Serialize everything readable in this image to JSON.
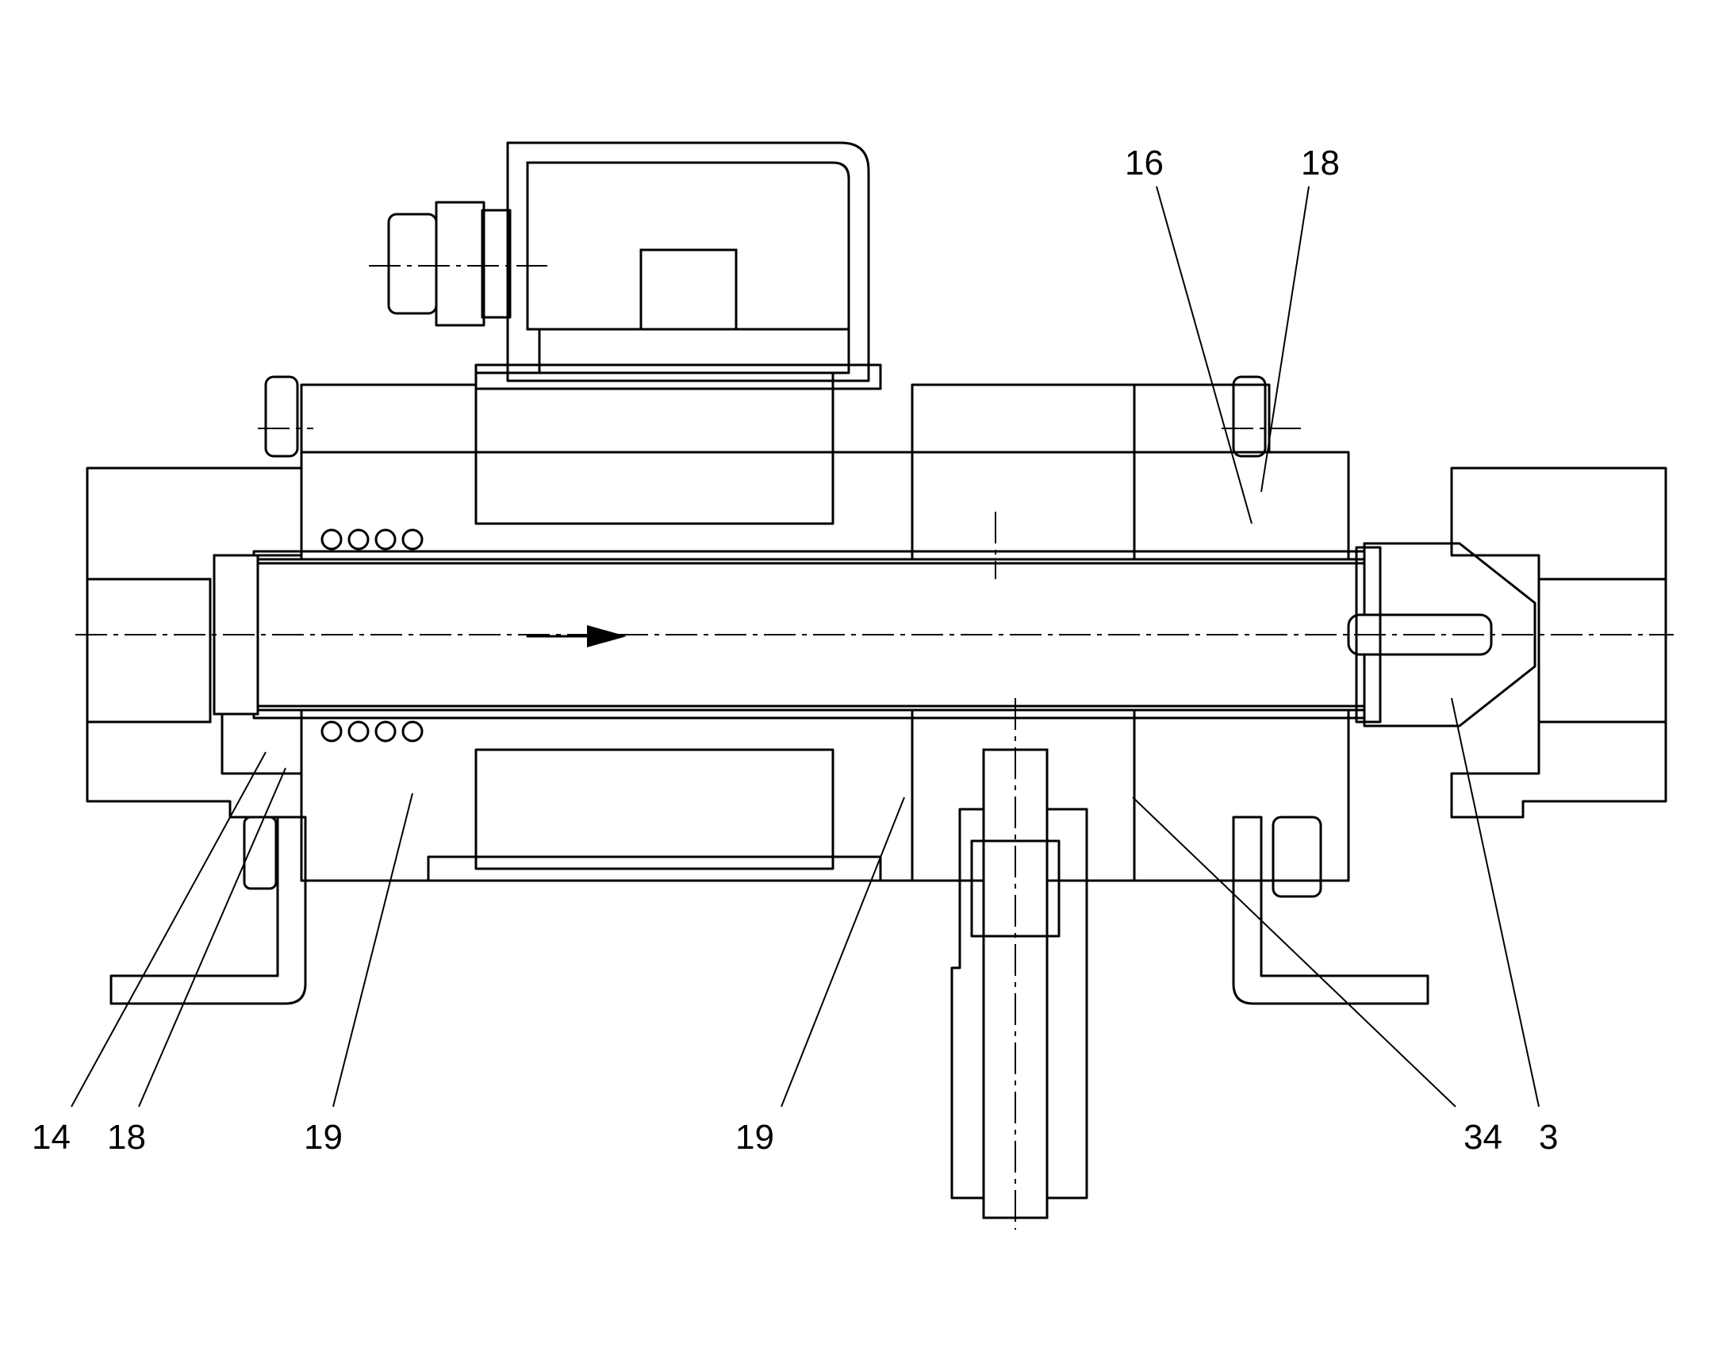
{
  "labels": {
    "top_left_16": "16",
    "top_right_18": "18",
    "bottom_14": "14",
    "bottom_18": "18",
    "bottom_19_left": "19",
    "bottom_19_mid": "19",
    "bottom_34": "34",
    "bottom_3": "3"
  },
  "colors": {
    "line": "#000000",
    "background": "#ffffff"
  }
}
